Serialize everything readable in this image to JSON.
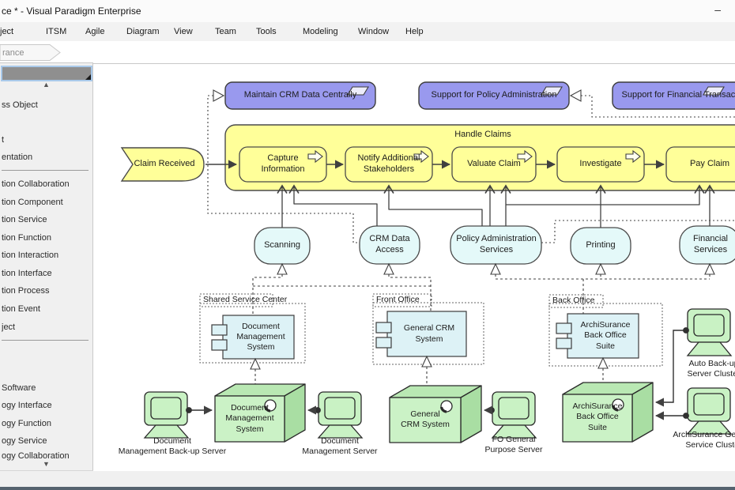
{
  "window": {
    "title": "ce * - Visual Paradigm Enterprise",
    "minimize_glyph": "–"
  },
  "menu": {
    "items": [
      "ject",
      "ITSM",
      "Agile",
      "Diagram",
      "View",
      "Team",
      "Tools",
      "Modeling",
      "Window",
      "Help"
    ]
  },
  "breadcrumb": {
    "label": "rance"
  },
  "palette": {
    "scroll_up": "▲",
    "scroll_down": "▼",
    "items": [
      "ss Object",
      "",
      "t",
      "entation",
      "tion Collaboration",
      "tion Component",
      "tion Service",
      "tion Function",
      "tion Interaction",
      "tion Interface",
      "tion Process",
      "tion Event",
      "ject",
      "",
      "",
      "Software",
      "ogy Interface",
      "ogy Function",
      "ogy Service",
      "ogy Collaboration"
    ]
  },
  "diagram": {
    "applications": [
      "Maintain CRM Data Centrally",
      "Support for Policy Administration",
      "Support for Financial Transactions"
    ],
    "event": "Claim Received",
    "process_group": "Handle Claims",
    "processes": [
      "Capture\nInformation",
      "Notify Additional\nStakeholders",
      "Valuate Claim",
      "Investigate",
      "Pay Claim"
    ],
    "services": [
      "Scanning",
      "CRM Data\nAccess",
      "Policy Administration\nServices",
      "Printing",
      "Financial\nServices"
    ],
    "groups": [
      "Shared Service Center",
      "Front Office",
      "Back Office"
    ],
    "components": [
      "Document\nManagement\nSystem",
      "General CRM\nSystem",
      "ArchiSurance\nBack Office\nSuite"
    ],
    "nodes": [
      "Document\nManagement\nSystem",
      "General\nCRM System",
      "ArchiSurance\nBack Office\nSuite"
    ],
    "devices": [
      "Document\nManagement Back-up Server",
      "Document\nManagement Server",
      "FO General\nPurpose Server",
      "Auto Back-up\nServer Cluster",
      "ArchiSurance General\nService Cluster"
    ]
  },
  "colors": {
    "app_fill": "#9999EE",
    "process_fill": "#FFFF99",
    "service_fill": "#E4F9F9",
    "component_fill": "#DDF2F6",
    "node_fill": "#CBF2C6",
    "node_top": "#B9E8B3",
    "node_side": "#A9DEA3",
    "device_fill": "#C9F2C4",
    "selection_border": "#A9C9EA"
  }
}
